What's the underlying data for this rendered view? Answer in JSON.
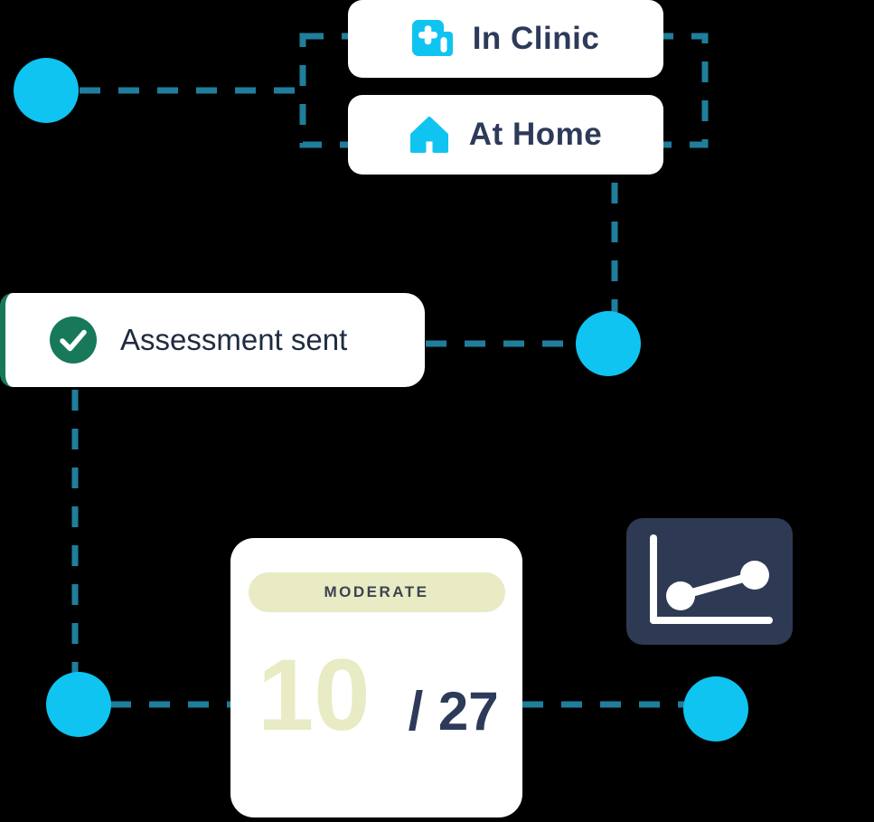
{
  "colors": {
    "background": "#000000",
    "accent_cyan": "#0fc4f0",
    "connector_teal": "#1f7e9b",
    "text_navy": "#2e3a59",
    "status_green": "#18795a",
    "severity_pale_lime": "#e8ebc3",
    "card_white": "#ffffff",
    "chart_tile_navy": "#2e3a54"
  },
  "location_options": {
    "in_clinic": {
      "label": "In Clinic",
      "icon": "clinic-cross-icon"
    },
    "at_home": {
      "label": "At Home",
      "icon": "home-icon"
    }
  },
  "status_card": {
    "label": "Assessment sent",
    "icon": "check-circle-icon"
  },
  "score_card": {
    "severity_label": "MODERATE",
    "score_value": "10",
    "score_max": "/ 27"
  },
  "chart_tile": {
    "icon": "line-chart-icon"
  }
}
